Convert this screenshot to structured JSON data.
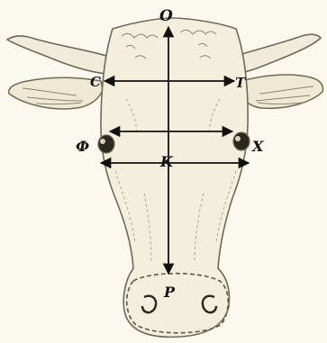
{
  "diagram": {
    "labels": {
      "top": "O",
      "left_upper": "C",
      "right_upper": "T",
      "left_eye": "Ф",
      "right_eye": "X",
      "center": "K",
      "bottom": "P"
    },
    "colors": {
      "background": "#fbf8ef",
      "ink": "#111111",
      "sketch": "#6f6a55",
      "shade": "#8a8470",
      "skin": "#f4efdd"
    }
  }
}
